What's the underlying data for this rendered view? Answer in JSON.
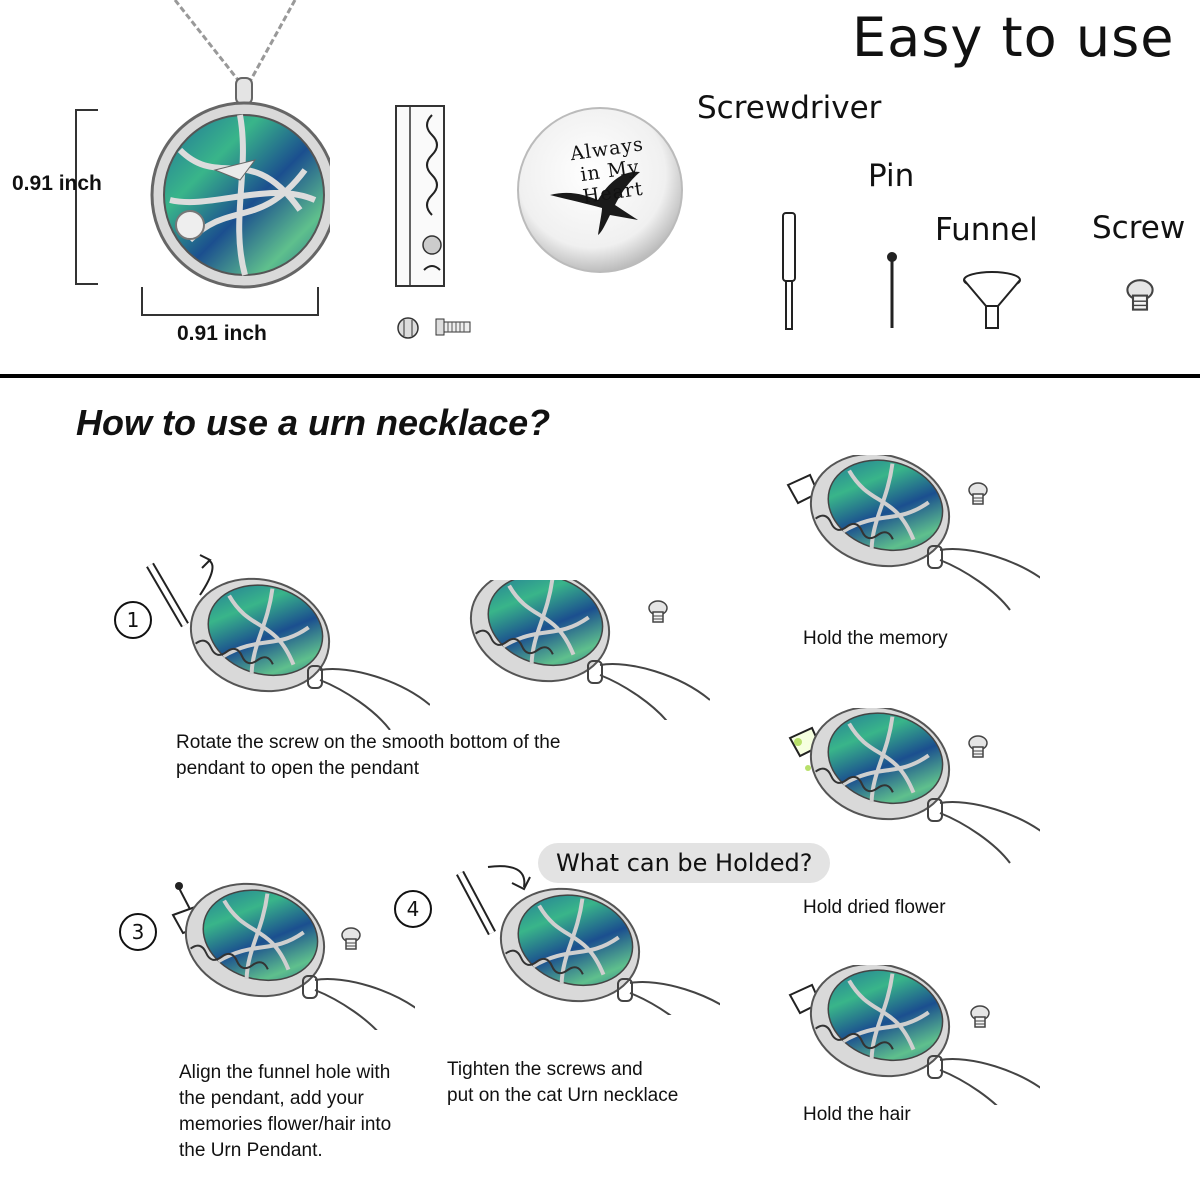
{
  "header": {
    "title": "Easy to use"
  },
  "dimensions": {
    "height_label": "0.91 inch",
    "width_label": "0.91 inch"
  },
  "engraving": {
    "text": "Always in My Heart"
  },
  "tools": {
    "screwdriver": "Screwdriver",
    "pin": "Pin",
    "funnel": "Funnel",
    "screw": "Screw"
  },
  "section": {
    "title": "How to use a urn necklace?"
  },
  "steps": [
    {
      "number": "1",
      "text_lines": [
        "Rotate the screw on the smooth bottom of the",
        "pendant to open the pendant"
      ]
    },
    {
      "number": "3",
      "text_lines": [
        "Align the funnel hole with",
        "the pendant, add your",
        "memories flower/hair into",
        "the Urn Pendant."
      ]
    },
    {
      "number": "4",
      "text_lines": [
        "Tighten the screws and",
        "put on the cat Urn necklace"
      ]
    }
  ],
  "holdable": {
    "question": "What can be Holded?",
    "items": [
      "Hold the memory",
      "Hold dried flower",
      "Hold the hair"
    ]
  },
  "colors": {
    "abalone_green": "#2f9e7a",
    "abalone_blue": "#2b5fa8",
    "silver": "#c8c8c8",
    "divider": "#000000"
  }
}
